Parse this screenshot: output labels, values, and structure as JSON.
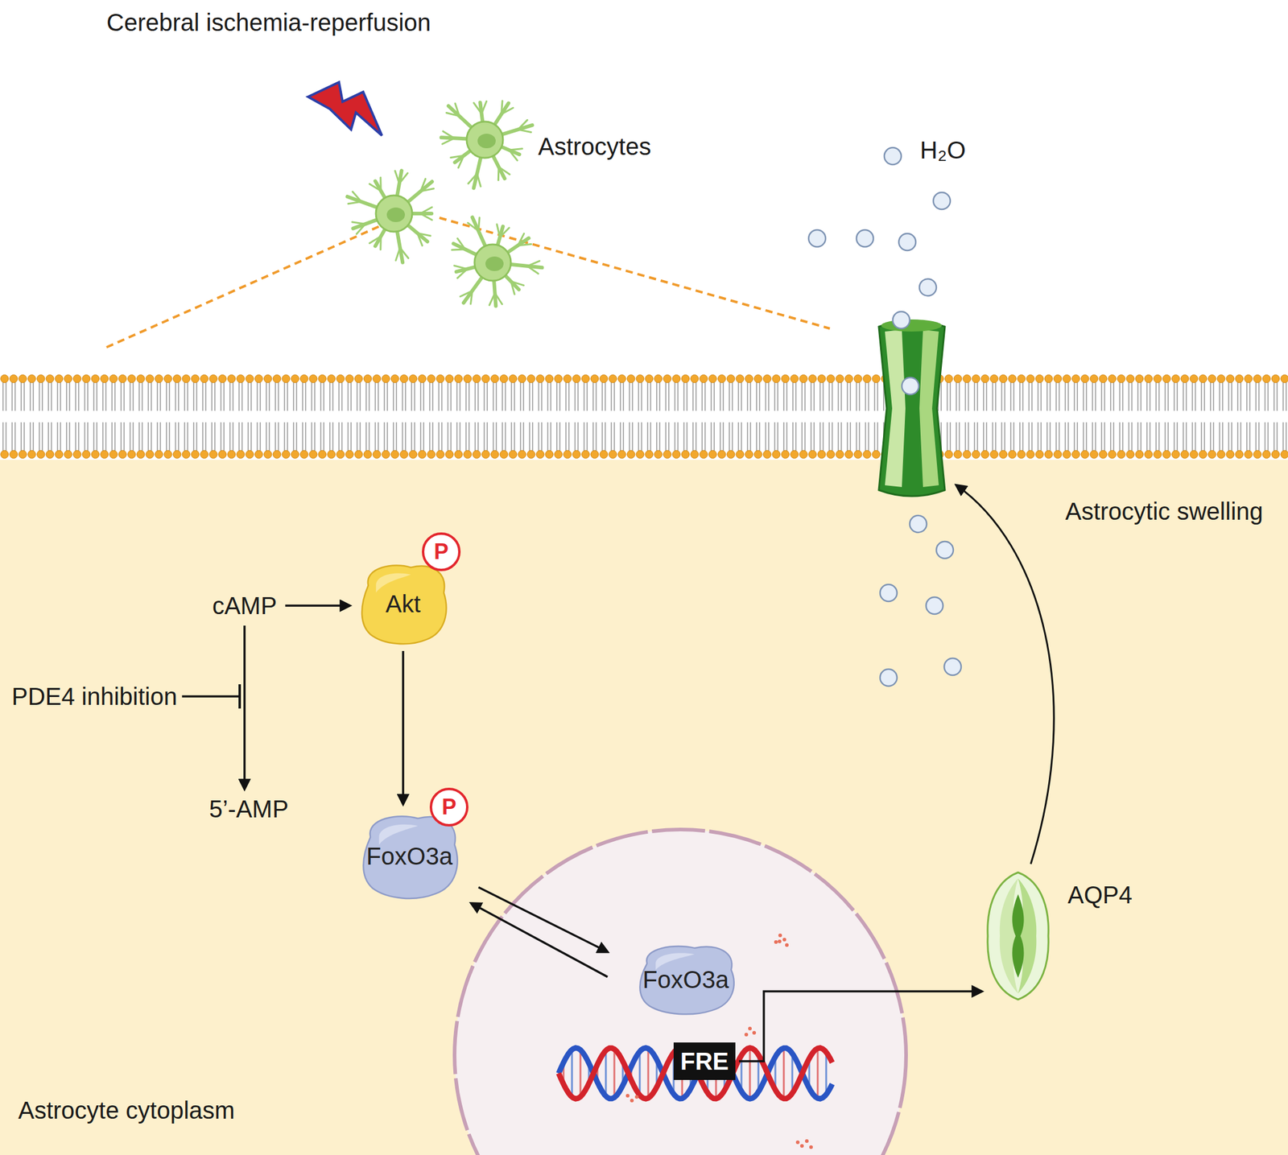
{
  "diagram": {
    "nodes": [
      {
        "text": [
          "cAMP"
        ]
      },
      {
        "text": [
          "Akt"
        ]
      },
      {
        "text": [
          "PDE4 inhibition"
        ]
      },
      {
        "text": [
          "5’-AMP"
        ]
      },
      {
        "text": [
          "FoxO3a"
        ]
      },
      {
        "text": [
          "FoxO3a"
        ]
      },
      {
        "text": [
          "FRE"
        ]
      },
      {
        "text": [
          "AQP4"
        ]
      }
    ],
    "edges": [
      {
        "from": 0,
        "to": 1,
        "arrow": "to"
      },
      {
        "from": 0,
        "to": 3,
        "arrow": "to"
      },
      {
        "from": 1,
        "to": 4,
        "arrow": "to"
      },
      {
        "from": 4,
        "to": 5,
        "arrow": "to"
      },
      {
        "from": 5,
        "to": 4,
        "arrow": "to"
      },
      {
        "from": 6,
        "to": 7,
        "arrow": "to"
      }
    ],
    "labels": [
      "Cerebral ischemia-reperfusion",
      "Astrocytes",
      "H₂O",
      "Astrocytic swelling",
      "P",
      "P",
      "Astrocyte cytoplasm"
    ]
  }
}
